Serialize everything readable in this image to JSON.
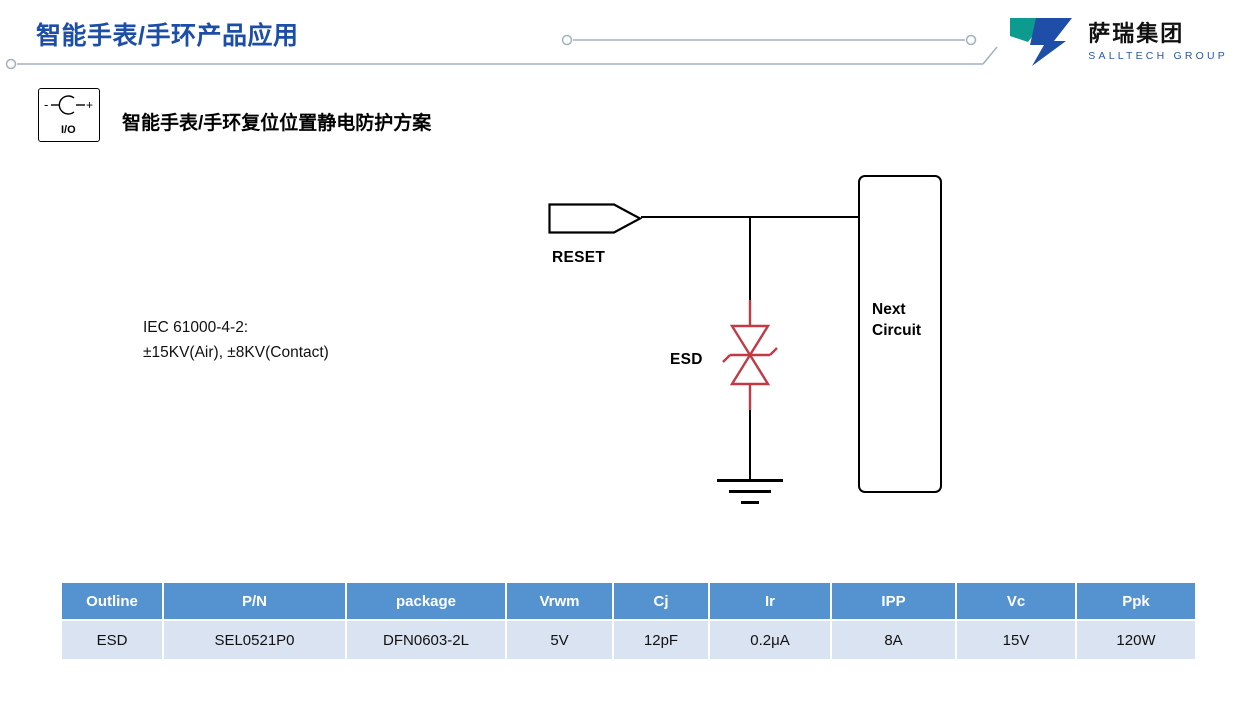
{
  "header": {
    "title": "智能手表/手环产品应用"
  },
  "logo": {
    "name_cn": "萨瑞集团",
    "name_en": "SALLTECH GROUP"
  },
  "section": {
    "title": "智能手表/手环复位位置静电防护方案",
    "io_icon_label": "I/O"
  },
  "diagram": {
    "reset_label": "RESET",
    "esd_label": "ESD",
    "next_circuit_line1": "Next",
    "next_circuit_line2": "Circuit",
    "iec_line1": "IEC 61000-4-2:",
    "iec_line2": "±15KV(Air), ±8KV(Contact)"
  },
  "table": {
    "headers": [
      "Outline",
      "P/N",
      "package",
      "Vrwm",
      "Cj",
      "Ir",
      "IPP",
      "Vc",
      "Ppk"
    ],
    "rows": [
      [
        "ESD",
        "SEL0521P0",
        "DFN0603-2L",
        "5V",
        "12pF",
        "0.2μA",
        "8A",
        "15V",
        "120W"
      ]
    ]
  },
  "colors": {
    "title_blue": "#1c4ea8",
    "logo_teal": "#0e9b8f",
    "logo_blue": "#1f4ea8",
    "table_header_blue": "#5493cf",
    "table_row_blue": "#dae3f1",
    "diode_red": "#c13b47",
    "divider_gray": "#a4b0bd"
  }
}
